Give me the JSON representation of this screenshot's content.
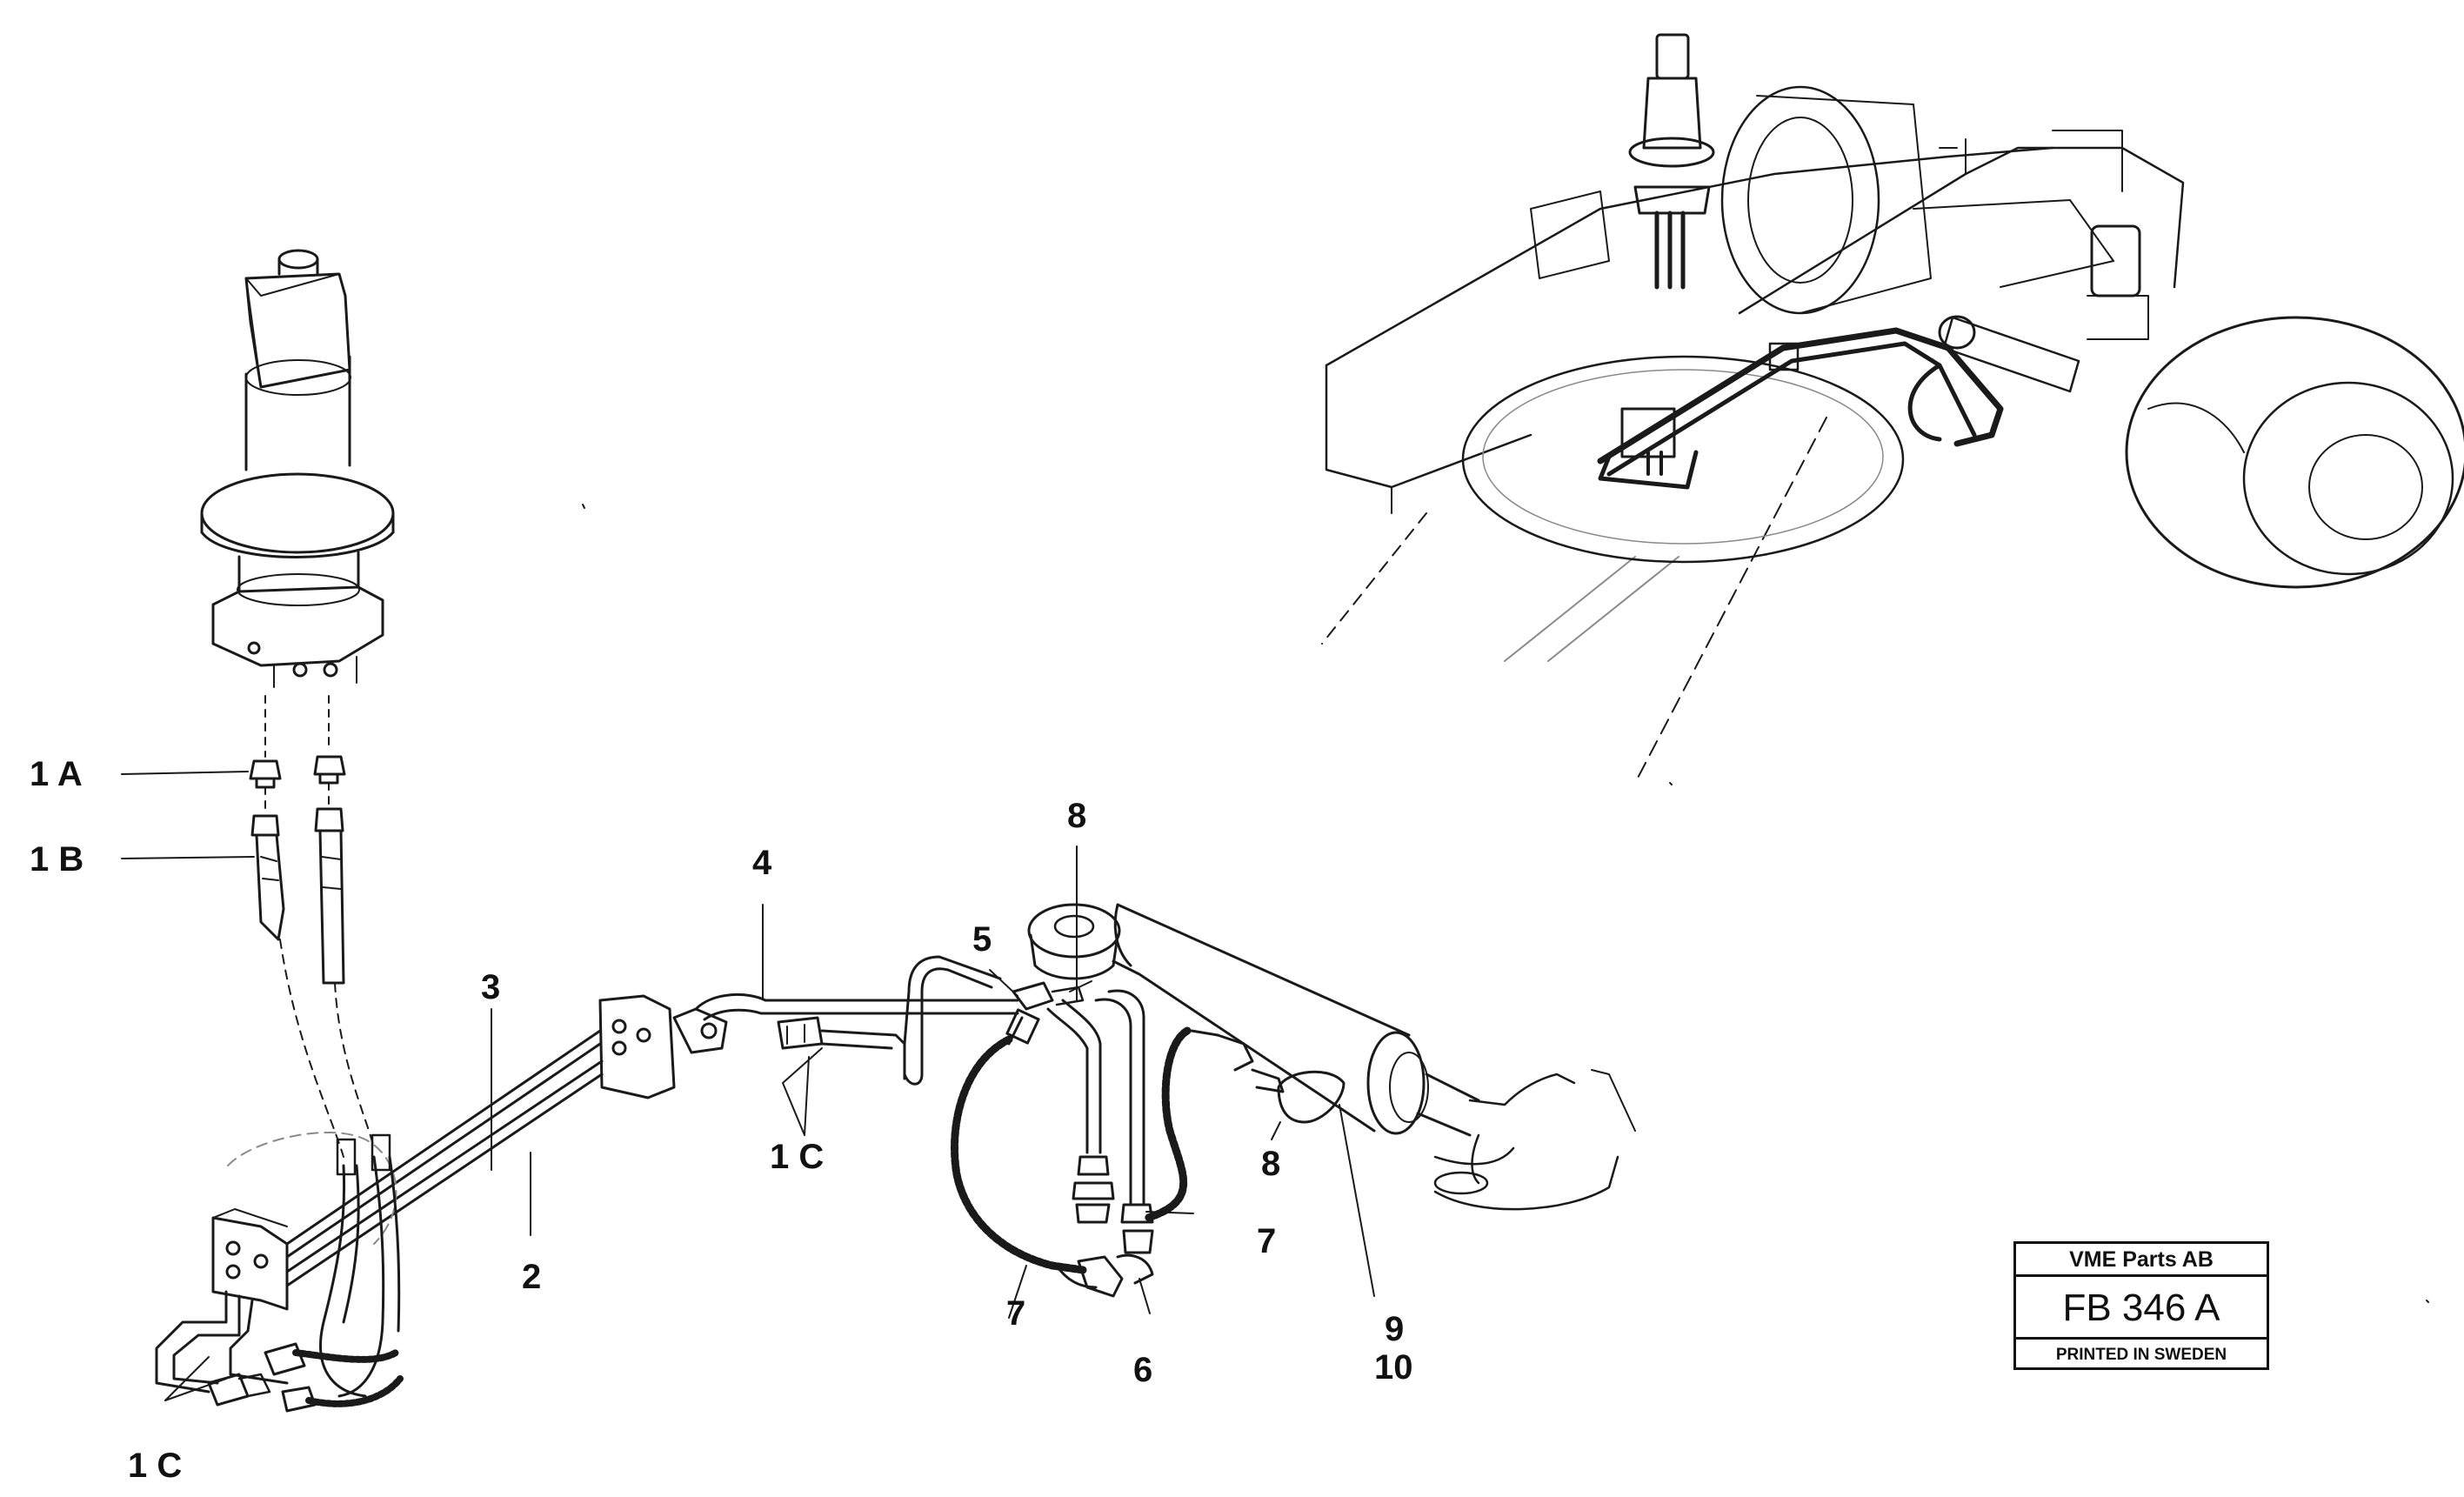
{
  "callouts": {
    "c1a": "1 A",
    "c1b": "1 B",
    "c2": "2",
    "c3": "3",
    "c4": "4",
    "c5": "5",
    "c6": "6",
    "c7a": "7",
    "c7b": "7",
    "c8a": "8",
    "c8b": "8",
    "c9": "9",
    "c10": "10",
    "c1c_mid": "1 C",
    "c1c_bottom": "1 C"
  },
  "title_block": {
    "company": "VME Parts AB",
    "code": "FB 346 A",
    "printed": "PRINTED IN SWEDEN"
  },
  "colors": {
    "line": "#1a1a1a",
    "ghost": "#8a8a8a",
    "background": "#ffffff"
  }
}
